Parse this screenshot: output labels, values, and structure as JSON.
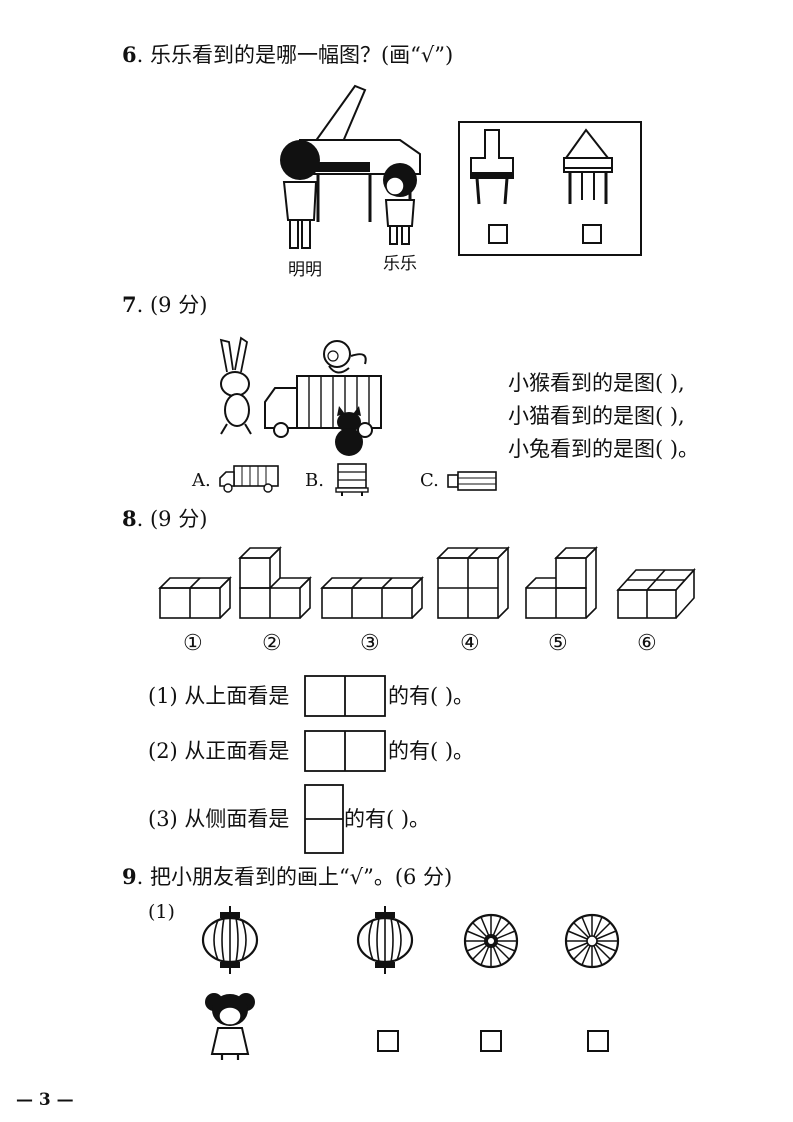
{
  "q6": {
    "number": "6",
    "text": ". 乐乐看到的是哪一幅图？(画“√”)",
    "label_mingming": "明明",
    "label_lele": "乐乐"
  },
  "q7": {
    "number": "7",
    "score": ". (9 分)",
    "lines": [
      "小猴看到的是图(          ),",
      "小猫看到的是图(          ),",
      "小兔看到的是图(          )。"
    ],
    "option_a": "A.",
    "option_b": "B.",
    "option_c": "C."
  },
  "q8": {
    "number": "8",
    "score": ". (9 分)",
    "labels": [
      "①",
      "②",
      "③",
      "④",
      "⑤",
      "⑥"
    ],
    "sub1_prefix": "(1) 从上面看是",
    "sub1_suffix": "的有(                  )。",
    "sub2_prefix": "(2) 从正面看是",
    "sub2_suffix": "的有(                  )。",
    "sub3_prefix": "(3) 从侧面看是",
    "sub3_suffix": "的有(                  )。"
  },
  "q9": {
    "number": "9",
    "text": ". 把小朋友看到的画上“√”。(6 分)",
    "sub_label": "(1)"
  },
  "footer": {
    "page": "— 3 —"
  }
}
